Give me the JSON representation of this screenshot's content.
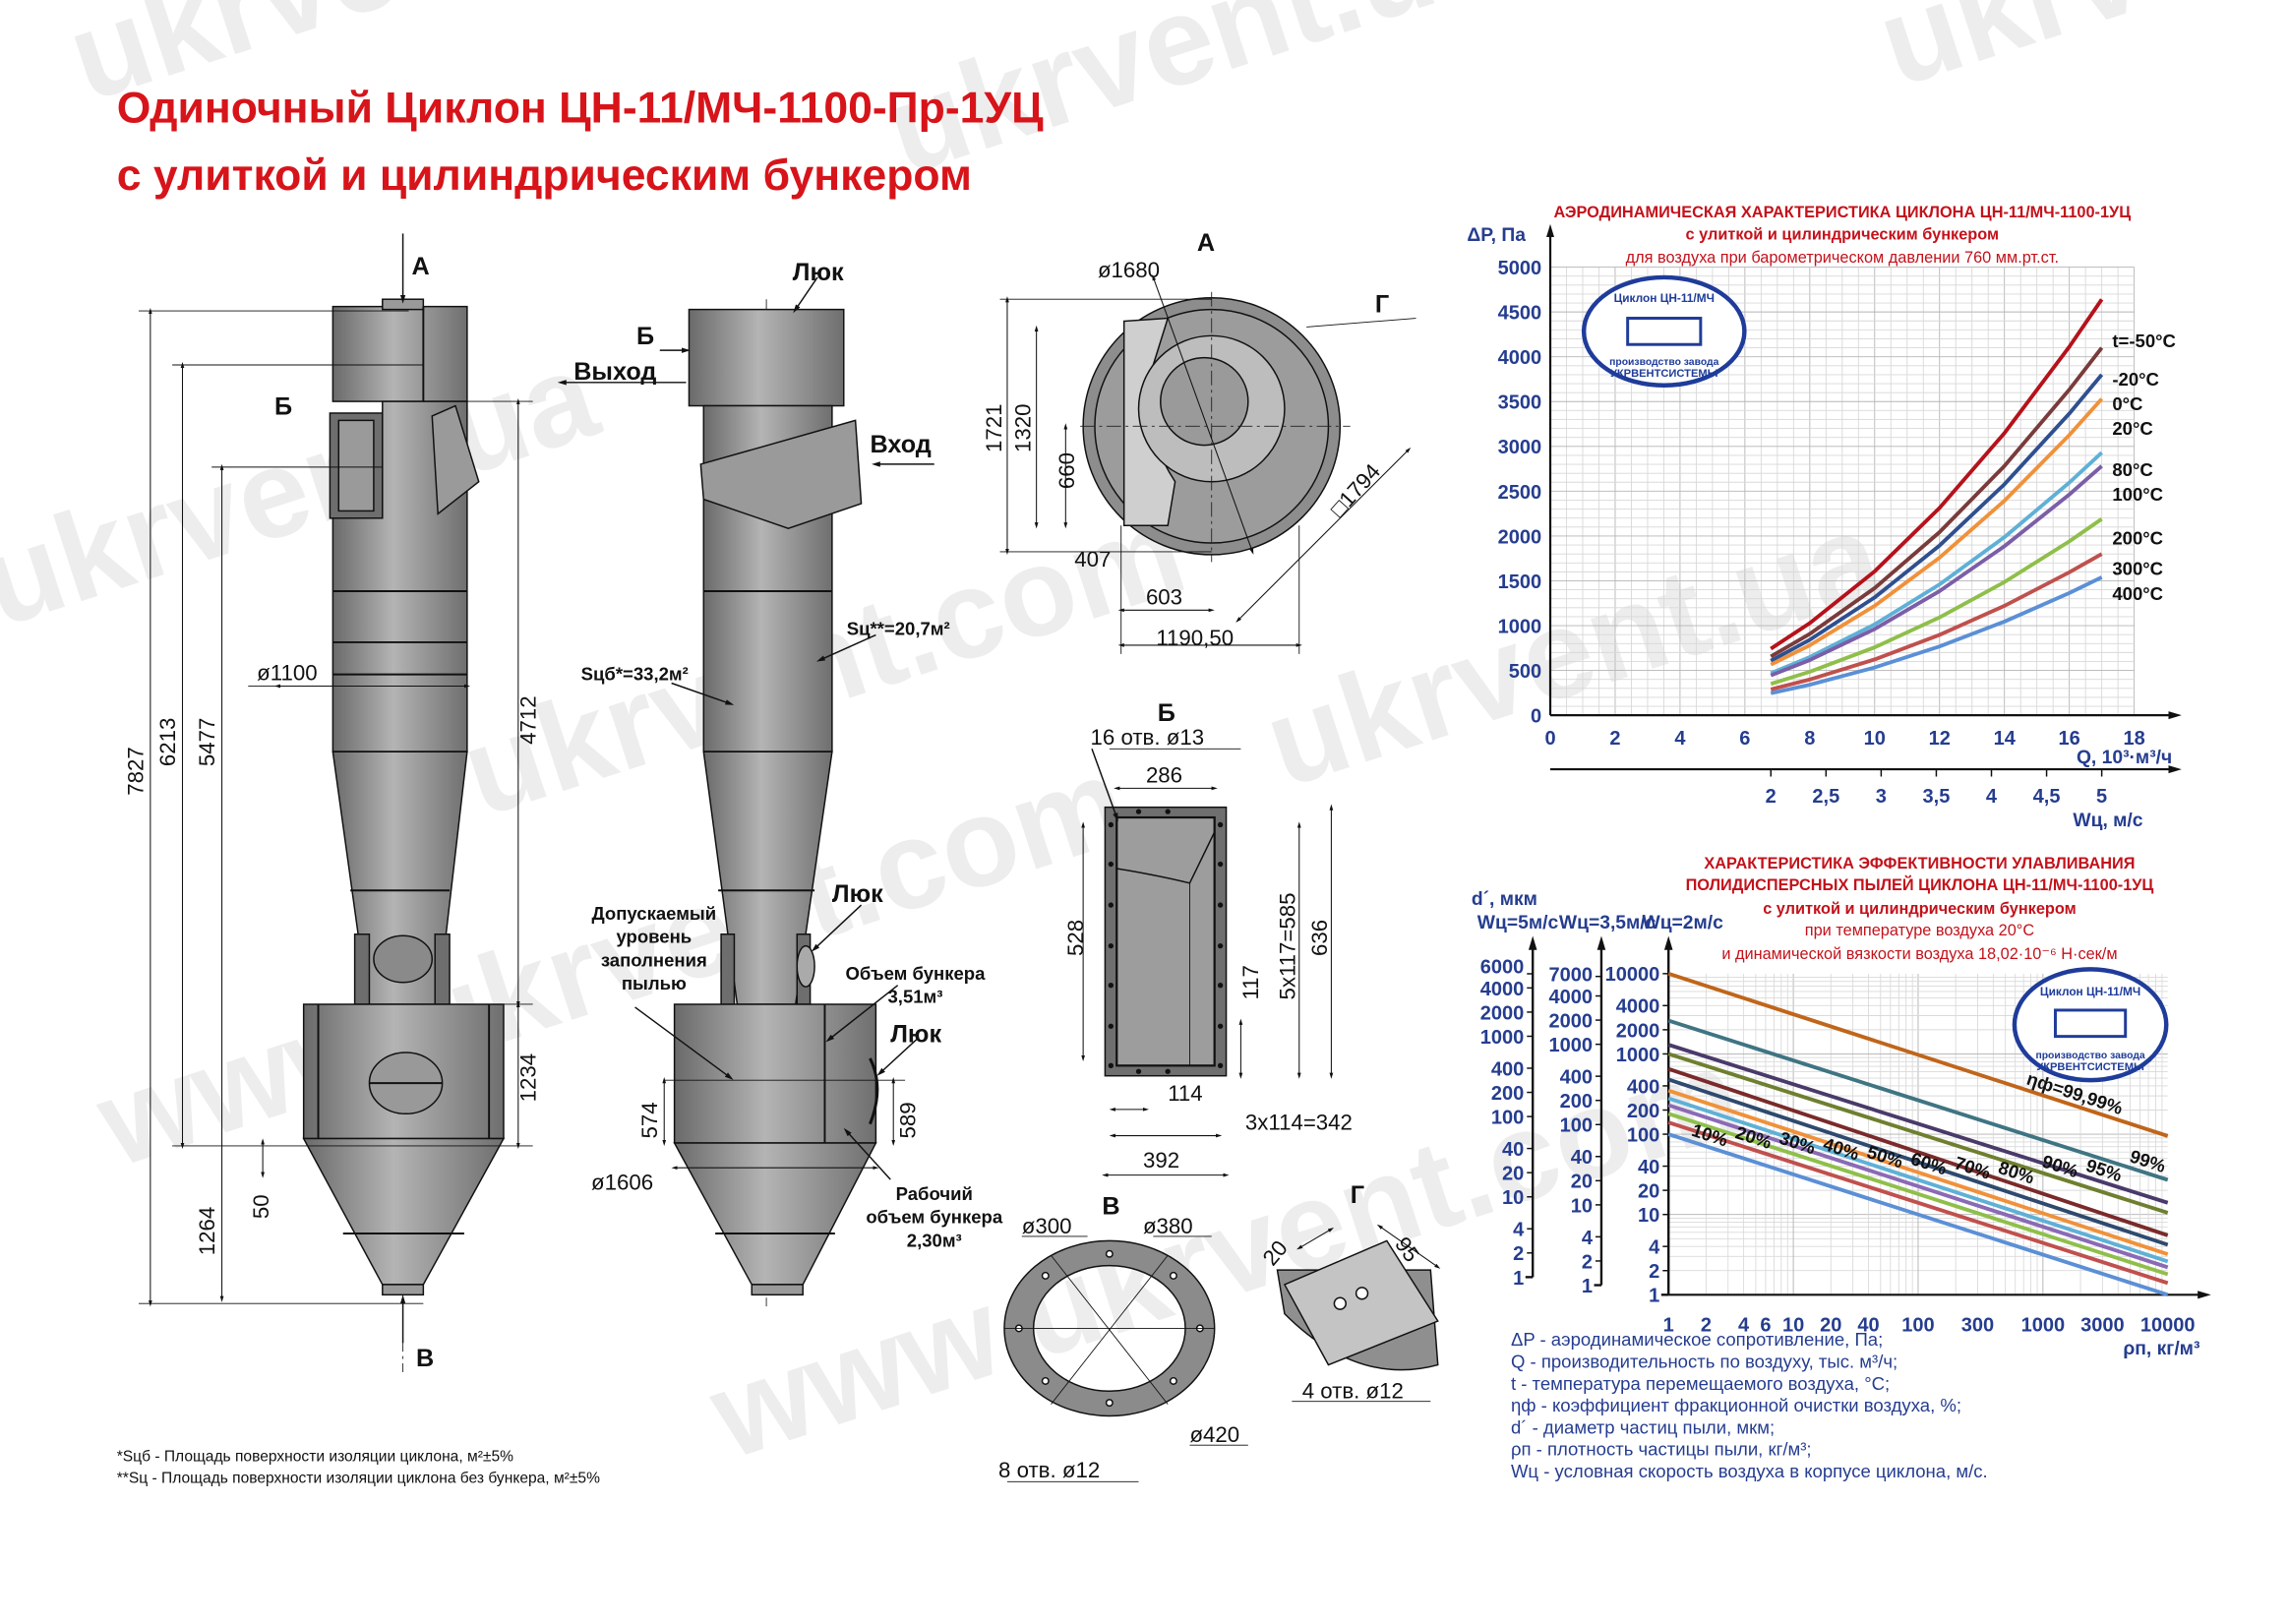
{
  "title": {
    "line1": "Одиночный Циклон  ЦН-11/МЧ-1100-Пр-1УЦ",
    "line2": "с улиткой и цилиндрическим бункером"
  },
  "watermarks": [
    "ukrvent.com",
    "ukrvent.ua",
    "ukrvent.com",
    "ukrvent.ua",
    "ukrvent.com",
    "ukrvent.ua",
    "www.ukrvent.com",
    "www.ukrvent.com"
  ],
  "front_view": {
    "arrow_top": "А",
    "arrow_bottom": "В",
    "inlet_label": "Б",
    "diameter": "ø1100",
    "dims": {
      "total": "7827",
      "inlet_axis": "6213",
      "outlet_axis": "5477",
      "body": "4712",
      "bunker": "1234",
      "bottom": "1264",
      "gap": "50"
    }
  },
  "side_view": {
    "hatch_top": "Люк",
    "outlet_mark": "Б",
    "outlet": "Выход",
    "inlet": "Вход",
    "area_total": "Sцб*=33,2м²",
    "area_body": "Sц**=20,7м²",
    "hatch_cone": "Люк",
    "fill_level": [
      "Допускаемый",
      "уровень",
      "заполнения",
      "пылью"
    ],
    "bunker_volume": [
      "Объем бункера",
      "3,51м³"
    ],
    "hatch_bunker": "Люк",
    "dims": {
      "level": "574",
      "hatch": "589",
      "bunker_d": "ø1606"
    },
    "work_volume": [
      "Рабочий",
      "объем бункера",
      "2,30м³"
    ]
  },
  "view_a": {
    "title": "А",
    "diameter": "ø1680",
    "detail": "Г",
    "dims": {
      "h1": "1721",
      "h2": "1320",
      "h3": "660",
      "w1": "407",
      "w2": "603",
      "w3": "1190,50",
      "square": "□1794"
    }
  },
  "view_b": {
    "title": "Б",
    "holes": "16 отв. ø13",
    "dims": {
      "inner_w": "286",
      "inner_h": "528",
      "pitch": "117",
      "pitch_total": "5x117=585",
      "outer_h": "636",
      "pitch_w": "114",
      "pitch_w_total": "3x114=342",
      "outer_w": "392"
    }
  },
  "view_v": {
    "title": "В",
    "d_inner": "ø300",
    "d_bolts": "ø380",
    "d_outer": "ø420",
    "holes": "8 отв. ø12"
  },
  "view_g": {
    "title": "Г",
    "dim_a": "20",
    "dim_b": "95",
    "holes": "4 отв. ø12"
  },
  "footnotes": [
    "*Sцб - Площадь поверхности изоляции  циклона, м²±5%",
    "**Sц - Площадь поверхности изоляции  циклона без бункера, м²±5%"
  ],
  "logo": {
    "top": "Циклон ЦН-11/МЧ",
    "middle": "производство завода",
    "bottom": "УКРВЕНТСИСТЕМЫ"
  },
  "chart_data": [
    {
      "type": "line",
      "title": [
        "АЭРОДИНАМИЧЕСКАЯ  ХАРАКТЕРИСТИКА  ЦИКЛОНА ЦН-11/МЧ-1100-1УЦ",
        "с улиткой и цилиндрическим бункером",
        "для воздуха при барометрическом давлении 760 мм.рт.ст."
      ],
      "ylabel": "ΔP, Па",
      "xlabel": "Q, 10³·м³/ч",
      "x2label": "Wц, м/с",
      "xlim": [
        0,
        18
      ],
      "ylim": [
        0,
        5000
      ],
      "xticks": [
        "0",
        "2",
        "4",
        "6",
        "8",
        "10",
        "12",
        "14",
        "16",
        "18"
      ],
      "yticks": [
        "0",
        "500",
        "1000",
        "1500",
        "2000",
        "2500",
        "3000",
        "3500",
        "4000",
        "4500",
        "5000"
      ],
      "x2ticks": [
        "2",
        "2,5",
        "3",
        "3,5",
        "4",
        "4,5",
        "5"
      ],
      "x2values": [
        2,
        2.5,
        3,
        3.5,
        4,
        4.5,
        5
      ],
      "x2_to_x_factor": 3.4,
      "grid": true,
      "x": [
        6.8,
        8,
        10,
        12,
        14,
        16,
        17
      ],
      "series": [
        {
          "name": "t=-50°C",
          "color": "#b5121b",
          "values": [
            743,
            1028,
            1606,
            2313,
            3148,
            4111,
            4640
          ]
        },
        {
          "name": "-20°C",
          "color": "#7a3b3b",
          "values": [
            656,
            908,
            1419,
            2043,
            2781,
            3633,
            4100
          ]
        },
        {
          "name": "0°C",
          "color": "#2f4f8f",
          "values": [
            608,
            842,
            1315,
            1894,
            2577,
            3366,
            3800
          ]
        },
        {
          "name": "20°C",
          "color": "#f0913a",
          "values": [
            565,
            781,
            1221,
            1758,
            2393,
            3126,
            3530
          ]
        },
        {
          "name": "80°C",
          "color": "#5fb0d6",
          "values": [
            469,
            649,
            1014,
            1460,
            1987,
            2596,
            2930
          ]
        },
        {
          "name": "100°C",
          "color": "#7b5ea7",
          "values": [
            445,
            616,
            962,
            1385,
            1886,
            2463,
            2780
          ]
        },
        {
          "name": "200°C",
          "color": "#8fbf4a",
          "values": [
            350,
            485,
            758,
            1092,
            1486,
            1940,
            2190
          ]
        },
        {
          "name": "300°C",
          "color": "#c0504d",
          "values": [
            288,
            399,
            623,
            897,
            1221,
            1595,
            1800
          ]
        },
        {
          "name": "400°C",
          "color": "#5b8fd6",
          "values": [
            246,
            341,
            533,
            768,
            1045,
            1364,
            1540
          ]
        }
      ]
    },
    {
      "type": "line",
      "scale": "log-log",
      "title": [
        "ХАРАКТЕРИСТИКА  ЭФФЕКТИВНОСТИ УЛАВЛИВАНИЯ",
        "ПОЛИДИСПЕРСНЫХ ПЫЛЕЙ ЦИКЛОНА ЦН-11/МЧ-1100-1УЦ",
        "с улиткой и цилиндрическим бункером",
        "при температуре воздуха 20°C",
        "и динамической вязкости воздуха  18,02·10⁻⁶ Н·сек/м"
      ],
      "ylabel": "d´, мкм",
      "xlabel": "ρп, кг/м³",
      "xlim": [
        1,
        10000
      ],
      "ylim": [
        1,
        10000
      ],
      "xticks": [
        "1",
        "2",
        "4",
        "6",
        "10",
        "20",
        "40",
        "100",
        "300",
        "1000",
        "3000",
        "10000"
      ],
      "grid": true,
      "y_axes": [
        {
          "name": "Wц=5м/с",
          "ticks": [
            "6000",
            "4000",
            "2000",
            "1000",
            "400",
            "200",
            "100",
            "40",
            "20",
            "10",
            "4",
            "2",
            "1"
          ]
        },
        {
          "name": "Wц=3,5м/с",
          "ticks": [
            "7000",
            "4000",
            "2000",
            "1000",
            "400",
            "200",
            "100",
            "40",
            "20",
            "10",
            "4",
            "2",
            "1"
          ]
        },
        {
          "name": "Wц=2м/с",
          "ticks": [
            "10000",
            "4000",
            "2000",
            "1000",
            "400",
            "200",
            "100",
            "40",
            "20",
            "10",
            "4",
            "2",
            "1"
          ]
        }
      ],
      "x": [
        1,
        10000
      ],
      "series": [
        {
          "name": "ηф=99,99%",
          "color": "#c0651a",
          "values": [
            10000,
            95
          ]
        },
        {
          "name": "99%",
          "color": "#3f7483",
          "values": [
            2600,
            27
          ]
        },
        {
          "name": "95%",
          "color": "#4a3a6a",
          "values": [
            1300,
            14
          ]
        },
        {
          "name": "90%",
          "color": "#6f7f2f",
          "values": [
            1000,
            10.5
          ]
        },
        {
          "name": "80%",
          "color": "#7a2a2a",
          "values": [
            650,
            5.5
          ]
        },
        {
          "name": "70%",
          "color": "#2e4a6e",
          "values": [
            480,
            4.2
          ]
        },
        {
          "name": "60%",
          "color": "#f0913a",
          "values": [
            350,
            3.2
          ]
        },
        {
          "name": "50%",
          "color": "#5fb0d6",
          "values": [
            280,
            2.6
          ]
        },
        {
          "name": "40%",
          "color": "#8a6ab5",
          "values": [
            230,
            2.2
          ]
        },
        {
          "name": "30%",
          "color": "#8fbf4a",
          "values": [
            180,
            1.8
          ]
        },
        {
          "name": "20%",
          "color": "#c0504d",
          "values": [
            140,
            1.4
          ]
        },
        {
          "name": "10%",
          "color": "#5b8fd6",
          "values": [
            100,
            1.0
          ]
        }
      ]
    }
  ],
  "legend": [
    "ΔP - аэродинамическое сопротивление, Па;",
    "Q - производительность по воздуху, тыс. м³/ч;",
    "t - температура перемещаемого воздуха, °C;",
    "ηф - коэффициент фракционной очистки воздуха, %;",
    "d´ - диаметр частиц пыли, мкм;",
    "ρп - плотность частицы пыли, кг/м³;",
    "Wц - условная скорость воздуха в корпусе циклона, м/с."
  ]
}
